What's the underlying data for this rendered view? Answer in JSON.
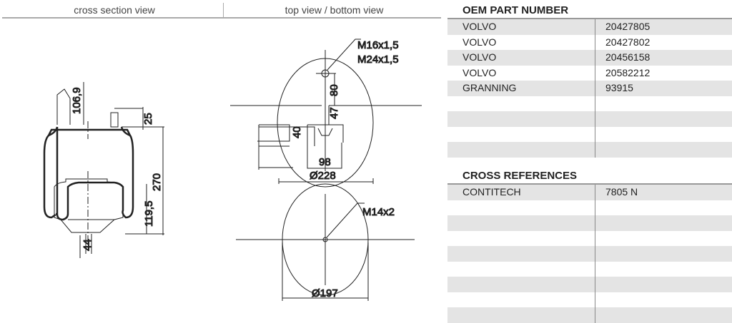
{
  "views": {
    "cross_section": "cross section view",
    "top_bottom": "top view / bottom view"
  },
  "dimensions": {
    "d106": "106,9",
    "d25": "25",
    "d270": "270",
    "d119": "119,5",
    "d44": "44",
    "thread_top1": "M16x1,5",
    "thread_top2": "M24x1,5",
    "d80": "80",
    "d47": "47",
    "d40": "40",
    "d98": "98",
    "d228": "Ø228",
    "thread_bottom": "M14x2",
    "d197": "Ø197"
  },
  "oem": {
    "title": "OEM PART NUMBER",
    "rows": [
      {
        "brand": "VOLVO",
        "number": "20427805"
      },
      {
        "brand": "VOLVO",
        "number": "20427802"
      },
      {
        "brand": "VOLVO",
        "number": "20456158"
      },
      {
        "brand": "VOLVO",
        "number": "20582212"
      },
      {
        "brand": "GRANNING",
        "number": "93915"
      },
      {
        "brand": "",
        "number": ""
      },
      {
        "brand": "",
        "number": ""
      },
      {
        "brand": "",
        "number": ""
      },
      {
        "brand": "",
        "number": ""
      }
    ]
  },
  "cross": {
    "title": "CROSS REFERENCES",
    "rows": [
      {
        "brand": "CONTITECH",
        "number": "7805 N"
      },
      {
        "brand": "",
        "number": ""
      },
      {
        "brand": "",
        "number": ""
      },
      {
        "brand": "",
        "number": ""
      },
      {
        "brand": "",
        "number": ""
      },
      {
        "brand": "",
        "number": ""
      },
      {
        "brand": "",
        "number": ""
      },
      {
        "brand": "",
        "number": ""
      },
      {
        "brand": "",
        "number": ""
      }
    ]
  }
}
